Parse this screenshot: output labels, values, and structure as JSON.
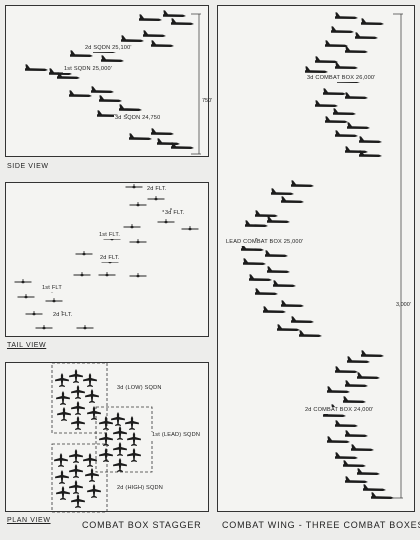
{
  "side_view": {
    "caption": "SIDE VIEW",
    "labels": {
      "sq2": "2d SQDN 25,100'",
      "sq1": "1st SQDN 25,000'",
      "sq3": "3d SQDN 24,750"
    },
    "dim": "750'"
  },
  "tail_view": {
    "caption": "TAIL VIEW",
    "labels": {
      "f2top": "2d FLT.",
      "f3": "3d FLT.",
      "f1mid": "1st FLT.",
      "f2mid": "2d FLT.",
      "f1low": "1st FLT",
      "f2low": "2d FLT."
    }
  },
  "plan_view": {
    "caption": "PLAN VIEW",
    "labels": {
      "low": "3d (LOW) SQDN",
      "lead": "1st (LEAD) SQDN",
      "high": "2d (HIGH) SQDN"
    }
  },
  "combat_wing": {
    "labels": {
      "box3": "3d COMBAT BOX 26,000'",
      "lead": "LEAD COMBAT BOX 25,000'",
      "box2": "2d COMBAT BOX 24,000'"
    },
    "dim": "3,000'"
  },
  "titles": {
    "left": "COMBAT BOX STAGGER",
    "right": "COMBAT WING - THREE COMBAT BOXES"
  }
}
